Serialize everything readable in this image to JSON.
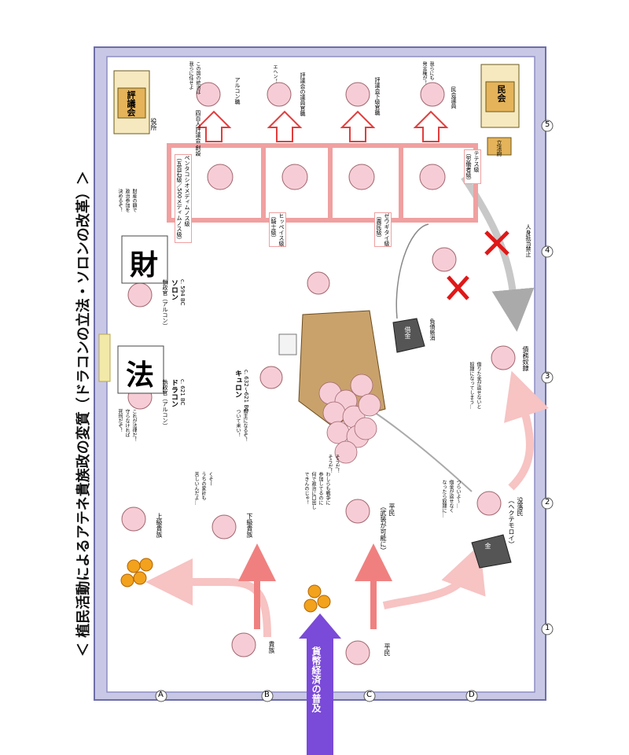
{
  "title": "＜ 植民活動によるアテネ貴族政の変質（ドラコンの立法・ソロンの改革）＞",
  "rows": [
    "A",
    "B",
    "C",
    "D"
  ],
  "columns": [
    "1",
    "2",
    "3",
    "4",
    "5"
  ],
  "banner": "貨幣経済の普及",
  "people": {
    "kizoku": "貴族",
    "heimin": "平民",
    "joukyuu_kizoku": "上級貴族",
    "kakyuu_kizoku": "下級貴族",
    "heimin_busou": "平民\n（武装が可能に）",
    "botsurakumin": "没落民\n（ヘクテモロイ）",
    "saimu_dorei": "債務奴隷"
  },
  "figures": {
    "draco_title": "執政官（アルコン）",
    "draco_name": "ドラコン",
    "draco_date": "c. 621 BC",
    "solon_title": "執政官（アルコン）",
    "solon_name": "ソロン",
    "solon_date": "c. 594 BC",
    "kylon_name": "キュロン",
    "kylon_date": "c. 632～621 BC",
    "hou": "法",
    "zai": "財"
  },
  "classes": {
    "pentakosio": "ペンタコシオメディムノス級\n（五百石級／500メディムノス級）",
    "hippeis": "ヒッペイス級\n（騎士級）",
    "zeugitai": "ゼウギタイ級\n（農民級）",
    "thetes": "テテス級\n（労働者級）"
  },
  "offices": {
    "archon": "アルコン職",
    "areopagus_council": "四百人評議会 創設",
    "council_member": "評議会の議員官職",
    "council_office": "評議会下級官職",
    "assembly": "民会議員"
  },
  "buildings": {
    "hyogikai": "評議会",
    "minkai": "民会",
    "yakusyo": "役所",
    "rippou": "立法府"
  },
  "labels": {
    "debt_cancel": "負債帳消",
    "debt": "借金",
    "gold": "金",
    "jinshin_kinshi": "人身抵当禁止",
    "saimu_label": "債務奴隷"
  },
  "speech": {
    "draco": "これが法律だ！\n守らなければ\n死刑だぞ！",
    "solon": "財産の額で\n政治参加を\n決めるぞ！",
    "kylon": "僭主になるぞ！\nついて来い！",
    "kakyuu": "くそー\nうちの家計も\n苦しいんだよ…",
    "heimin": "わしらも戦争に\n参加してるのに\n何で政治に口出し\nできんのじゃ！",
    "botsuraku": "つらいよ～…\n借金が返せなく\nなったら奴隷に…",
    "mob": "そうだ！\nそうだ！",
    "saimu": "借りた金が返せないと\n奴隷になってしまう…",
    "archon_talk": "この国の統治は\n我らに任せよ",
    "council_talk": "エヘン！",
    "assembly_talk": "我らにも\n発言権が！"
  },
  "colors": {
    "frame": "#8e8ec4",
    "frame_inner": "#c8c8e6",
    "arrow_pink": "#f7c3c3",
    "arrow_red": "#f08080",
    "banner": "#7a4ad8",
    "class_box": "#f0a0a0"
  }
}
